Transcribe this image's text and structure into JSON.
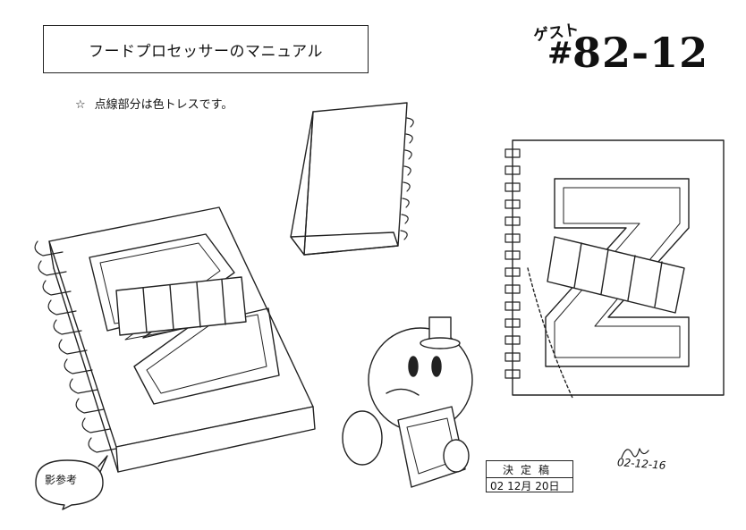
{
  "header": {
    "title": "フードプロセッサーのマニュアル",
    "guest_label": "ゲスト",
    "hash": "#",
    "episode_number": "82-12"
  },
  "note": {
    "star": "☆",
    "text": "点線部分は色トレスです。"
  },
  "reference_bubble": {
    "text": "影参考"
  },
  "approval_stamp": {
    "label": "決定稿",
    "year": "02",
    "month": "12",
    "month_unit": "月",
    "day": "20",
    "day_unit": "日"
  },
  "signature": {
    "date": "02-12-16"
  },
  "illustration_labels": {
    "cover_letter": "Z"
  }
}
